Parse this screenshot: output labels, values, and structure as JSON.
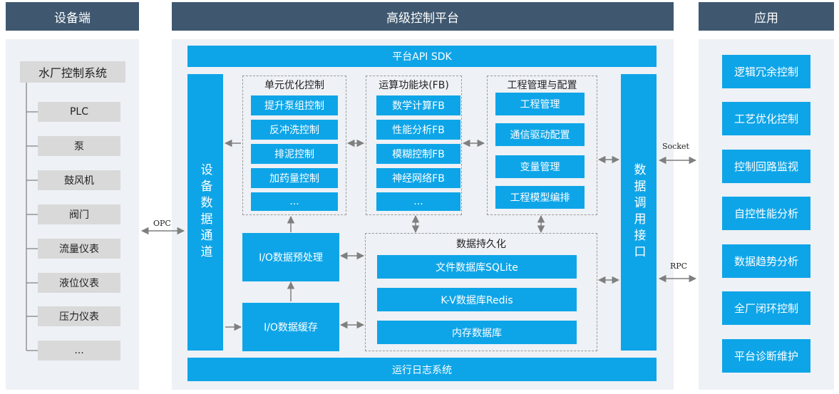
{
  "headers": {
    "device": "设备端",
    "platform": "高级控制平台",
    "application": "应用"
  },
  "device": {
    "root": "水厂控制系统",
    "items": [
      "PLC",
      "泵",
      "鼓风机",
      "阀门",
      "流量仪表",
      "液位仪表",
      "压力仪表",
      "..."
    ]
  },
  "platform": {
    "sdk": "平台API SDK",
    "device_channel": "设备数据通道",
    "dispatch_interface": "数据调用接口",
    "log_system": "运行日志系统",
    "unit_opt": {
      "title": "单元优化控制",
      "items": [
        "提升泵组控制",
        "反冲洗控制",
        "排泥控制",
        "加药量控制",
        "..."
      ]
    },
    "fb": {
      "title": "运算功能块(FB)",
      "items": [
        "数学计算FB",
        "性能分析FB",
        "模糊控制FB",
        "神经网络FB",
        "..."
      ]
    },
    "project": {
      "title": "工程管理与配置",
      "items": [
        "工程管理",
        "通信驱动配置",
        "变量管理",
        "工程模型编排"
      ]
    },
    "io_pre": "I/O数据预处理",
    "io_cache": "I/O数据缓存",
    "persist": {
      "title": "数据持久化",
      "items": [
        "文件数据库SQLite",
        "K-V数据库Redis",
        "内存数据库"
      ]
    }
  },
  "connections": {
    "opc": "OPC",
    "socket": "Socket",
    "rpc": "RPC"
  },
  "applications": [
    "逻辑冗余控制",
    "工艺优化控制",
    "控制回路监视",
    "自控性能分析",
    "数据趋势分析",
    "全厂闭环控制",
    "平台诊断维护"
  ]
}
